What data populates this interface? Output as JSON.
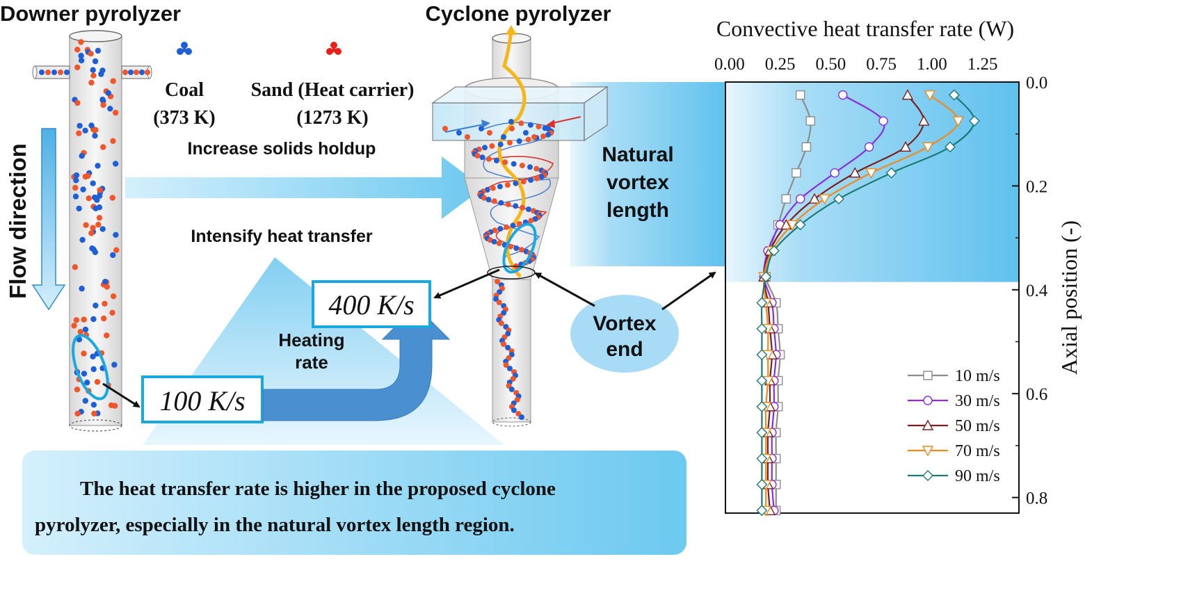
{
  "left": {
    "downer_title": "Downer pyrolyzer",
    "flow_direction": "Flow direction",
    "coal_label": "Coal",
    "coal_temp": "(373 K)",
    "sand_label": "Sand (Heat carrier)",
    "sand_temp": "(1273 K)",
    "increase_holdup": "Increase solids holdup",
    "intensify": "Intensify heat transfer",
    "heating_rate_line1": "Heating",
    "heating_rate_line2": "rate",
    "rate_low": "100 K/s",
    "rate_high": "400 K/s"
  },
  "middle": {
    "cyclone_title": "Cyclone pyrolyzer",
    "natural_vortex": [
      "Natural",
      "vortex",
      "length"
    ],
    "vortex_end": [
      "Vortex",
      "end"
    ]
  },
  "conclusion": {
    "line1": "The heat transfer rate is higher in the proposed cyclone",
    "line2": "pyrolyzer, especially in the natural vortex length region."
  },
  "colors": {
    "coal": "#1f5fd6",
    "sand": "#f0562a",
    "accent_blue": "#2aa6e0",
    "highlight": "#8fd3f4",
    "s10": "#8c8c8c",
    "s30": "#8a2be2",
    "s50": "#7a1e1e",
    "s70": "#f08a1c",
    "s90": "#1a7a74"
  },
  "chart_data": {
    "type": "line",
    "xlabel": "Convective heat transfer rate (W)",
    "ylabel": "Axial position (-)",
    "xlim": [
      -0.02,
      1.43
    ],
    "ylim": [
      0.0,
      0.83
    ],
    "xticks": [
      "0.00",
      "0.25",
      "0.50",
      "0.75",
      "1.00",
      "1.25"
    ],
    "xtick_values": [
      0.0,
      0.25,
      0.5,
      0.75,
      1.0,
      1.25
    ],
    "yticks": [
      "0.0",
      "0.2",
      "0.4",
      "0.6",
      "0.8"
    ],
    "ytick_values": [
      0.0,
      0.2,
      0.4,
      0.6,
      0.8
    ],
    "y_inverted": true,
    "highlight_region": [
      0.0,
      0.385
    ],
    "legend_position": "bottom-right",
    "y": [
      0.025,
      0.075,
      0.125,
      0.175,
      0.225,
      0.275,
      0.325,
      0.375,
      0.425,
      0.475,
      0.525,
      0.575,
      0.625,
      0.675,
      0.725,
      0.775,
      0.825
    ],
    "series": [
      {
        "name": "10 m/s",
        "color_key": "s10",
        "marker": "square",
        "values": [
          0.35,
          0.4,
          0.38,
          0.33,
          0.28,
          0.24,
          0.2,
          0.18,
          0.23,
          0.24,
          0.25,
          0.24,
          0.24,
          0.23,
          0.23,
          0.23,
          0.23
        ]
      },
      {
        "name": "30 m/s",
        "color_key": "s30",
        "marker": "circle",
        "values": [
          0.56,
          0.76,
          0.69,
          0.52,
          0.35,
          0.25,
          0.19,
          0.17,
          0.21,
          0.22,
          0.23,
          0.22,
          0.22,
          0.21,
          0.21,
          0.21,
          0.22
        ]
      },
      {
        "name": "50 m/s",
        "color_key": "s50",
        "marker": "triangle-up",
        "values": [
          0.88,
          0.96,
          0.87,
          0.62,
          0.42,
          0.28,
          0.2,
          0.17,
          0.19,
          0.2,
          0.21,
          0.2,
          0.2,
          0.19,
          0.19,
          0.19,
          0.2
        ]
      },
      {
        "name": "70 m/s",
        "color_key": "s70",
        "marker": "triangle-down",
        "values": [
          0.99,
          1.13,
          0.98,
          0.7,
          0.47,
          0.31,
          0.21,
          0.17,
          0.18,
          0.19,
          0.19,
          0.19,
          0.18,
          0.18,
          0.18,
          0.18,
          0.18
        ]
      },
      {
        "name": "90 m/s",
        "color_key": "s90",
        "marker": "diamond",
        "values": [
          1.11,
          1.21,
          1.09,
          0.8,
          0.54,
          0.35,
          0.22,
          0.18,
          0.16,
          0.16,
          0.16,
          0.16,
          0.16,
          0.16,
          0.16,
          0.16,
          0.16
        ]
      }
    ]
  }
}
